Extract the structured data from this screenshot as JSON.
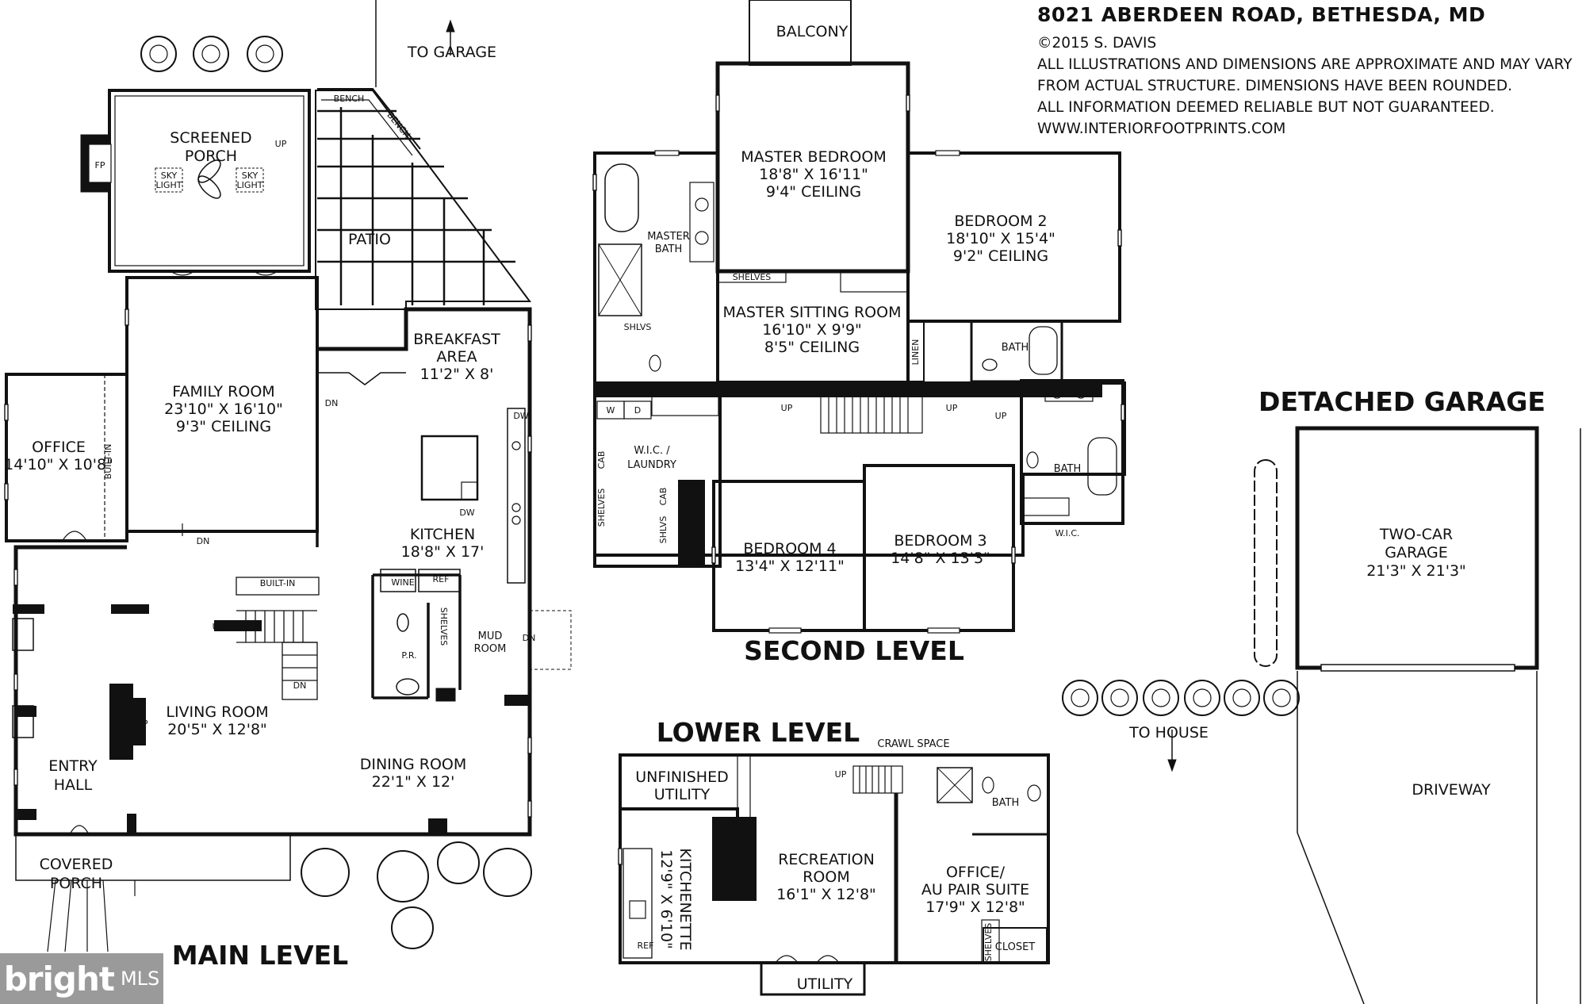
{
  "header": {
    "address": "8021 ABERDEEN ROAD, BETHESDA, MD",
    "copyright": "©2015 S. DAVIS",
    "disclaimer_1": "ALL ILLUSTRATIONS AND DIMENSIONS ARE APPROXIMATE AND MAY VARY",
    "disclaimer_2": "FROM ACTUAL STRUCTURE. DIMENSIONS HAVE BEEN ROUNDED.",
    "disclaimer_3": "ALL INFORMATION DEEMED RELIABLE BUT NOT GUARANTEED.",
    "website": "WWW.INTERIORFOOTPRINTS.COM"
  },
  "levels": {
    "main": "MAIN LEVEL",
    "second": "SECOND LEVEL",
    "lower": "LOWER LEVEL",
    "garage": "DETACHED GARAGE"
  },
  "main_level": {
    "to_garage": "TO GARAGE",
    "screened_porch": [
      "SCREENED",
      "PORCH"
    ],
    "fp": "FP",
    "skylight": [
      "SKY",
      "LIGHT"
    ],
    "up": "UP",
    "dn": "DN",
    "bench": "BENCH",
    "patio": "PATIO",
    "breakfast": [
      "BREAKFAST",
      "AREA",
      "11'2\" X 8'"
    ],
    "family_room": [
      "FAMILY ROOM",
      "23'10\" X 16'10\"",
      "9'3\" CEILING"
    ],
    "office": [
      "OFFICE",
      "14'10\" X 10'8\""
    ],
    "built_in": "BUILT-IN",
    "dw": "DW",
    "kitchen": [
      "KITCHEN",
      "18'8\" X 17'"
    ],
    "wine": "WINE",
    "ref": "REF",
    "shelves": "SHELVES",
    "pr": "P.R.",
    "mud_room": [
      "MUD",
      "ROOM"
    ],
    "living_room": [
      "LIVING ROOM",
      "20'5\" X 12'8\""
    ],
    "entry_hall": [
      "ENTRY",
      "HALL"
    ],
    "dining_room": [
      "DINING ROOM",
      "22'1\" X 12'"
    ],
    "covered_porch": [
      "COVERED",
      "PORCH"
    ]
  },
  "second_level": {
    "balcony": "BALCONY",
    "master_bedroom": [
      "MASTER BEDROOM",
      "18'8\" X 16'11\"",
      "9'4\" CEILING"
    ],
    "bedroom2": [
      "BEDROOM 2",
      "18'10\" X 15'4\"",
      "9'2\" CEILING"
    ],
    "master_bath": [
      "MASTER",
      "BATH"
    ],
    "shelves": "SHELVES",
    "shlvs": "SHLVS",
    "master_sitting": [
      "MASTER SITTING ROOM",
      "16'10\" X 9'9\"",
      "8'5\" CEILING"
    ],
    "linen": "LINEN",
    "bath": "BATH",
    "wic_laundry": [
      "W.I.C. /",
      "LAUNDRY"
    ],
    "w": "W",
    "d": "D",
    "cab": "CAB",
    "up": "UP",
    "bedroom4": [
      "BEDROOM 4",
      "13'4\" X 12'11\""
    ],
    "bedroom3": [
      "BEDROOM 3",
      "14'8\" X 13'3\""
    ],
    "wic": "W.I.C."
  },
  "lower_level": {
    "crawl_space": "CRAWL SPACE",
    "unfinished_utility": [
      "UNFINISHED",
      "UTILITY"
    ],
    "up": "UP",
    "bath": "BATH",
    "kitchenette": "KITCHENETTE",
    "kitchenette_dim": "12'9\" X 6'10\"",
    "recreation": [
      "RECREATION",
      "ROOM",
      "16'1\" X 12'8\""
    ],
    "office_suite": [
      "OFFICE/",
      "AU PAIR SUITE",
      "17'9\" X 12'8\""
    ],
    "ref": "REF",
    "shelves": "SHELVES",
    "closet": "CLOSET",
    "utility": "UTILITY"
  },
  "garage": {
    "name": [
      "TWO-CAR",
      "GARAGE",
      "21'3\" X 21'3\""
    ],
    "to_house": "TO HOUSE",
    "driveway": "DRIVEWAY"
  },
  "watermark": {
    "brand": "bright",
    "suffix": "MLS"
  }
}
